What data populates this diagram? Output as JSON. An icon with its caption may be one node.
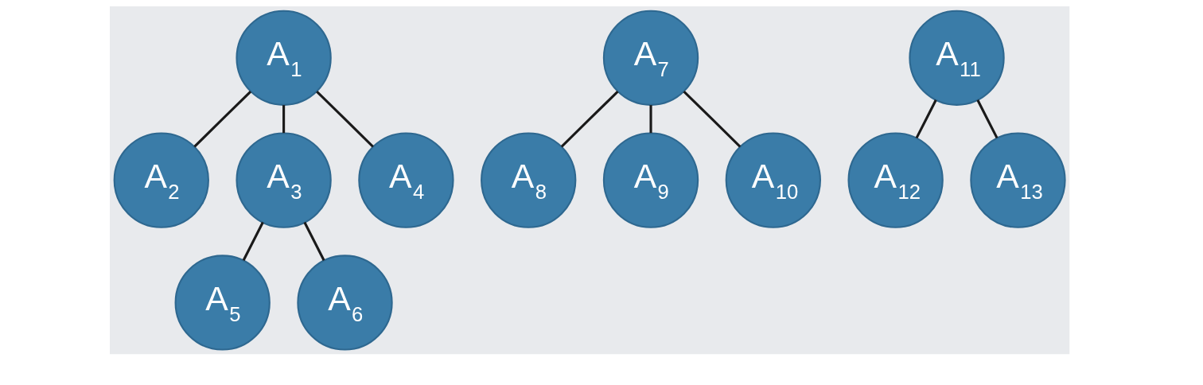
{
  "diagram": {
    "nodes": [
      {
        "text": [
          "A$_{1}$"
        ]
      },
      {
        "text": [
          "A$_{2}$"
        ]
      },
      {
        "text": [
          "A$_{3}$"
        ]
      },
      {
        "text": [
          "A$_{4}$"
        ]
      },
      {
        "text": [
          "A$_{5}$"
        ]
      },
      {
        "text": [
          "A$_{6}$"
        ]
      },
      {
        "text": [
          "A$_{7}$"
        ]
      },
      {
        "text": [
          "A$_{8}$"
        ]
      },
      {
        "text": [
          "A$_{9}$"
        ]
      },
      {
        "text": [
          "A$_{10}$"
        ]
      },
      {
        "text": [
          "A$_{11}$"
        ]
      },
      {
        "text": [
          "A$_{12}$"
        ]
      },
      {
        "text": [
          "A$_{13}$"
        ]
      }
    ],
    "edges": [
      {
        "from": 0,
        "to": 1,
        "arrow": "none"
      },
      {
        "from": 0,
        "to": 2,
        "arrow": "none"
      },
      {
        "from": 0,
        "to": 3,
        "arrow": "none"
      },
      {
        "from": 2,
        "to": 4,
        "arrow": "none"
      },
      {
        "from": 2,
        "to": 5,
        "arrow": "none"
      },
      {
        "from": 6,
        "to": 7,
        "arrow": "none"
      },
      {
        "from": 6,
        "to": 8,
        "arrow": "none"
      },
      {
        "from": 6,
        "to": 9,
        "arrow": "none"
      },
      {
        "from": 10,
        "to": 11,
        "arrow": "none"
      },
      {
        "from": 10,
        "to": 12,
        "arrow": "none"
      }
    ]
  }
}
